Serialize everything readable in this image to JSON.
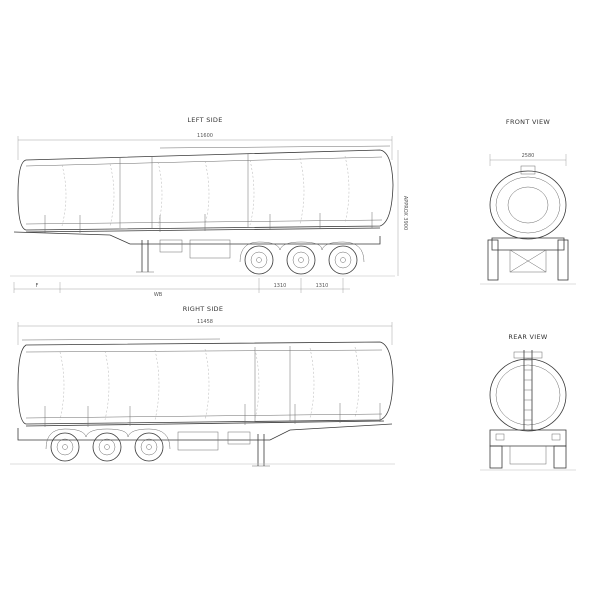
{
  "views": {
    "left_side": {
      "label": "LEFT SIDE",
      "length": "11600",
      "height": "APPROX 3900",
      "front_overhang": "F",
      "wheelbase": "WB",
      "axle_spacing_1": "1310",
      "axle_spacing_2": "1310"
    },
    "right_side": {
      "label": "RIGHT SIDE",
      "length": "11458"
    },
    "front_view": {
      "label": "FRONT VIEW",
      "width": "2580"
    },
    "rear_view": {
      "label": "REAR VIEW"
    }
  }
}
